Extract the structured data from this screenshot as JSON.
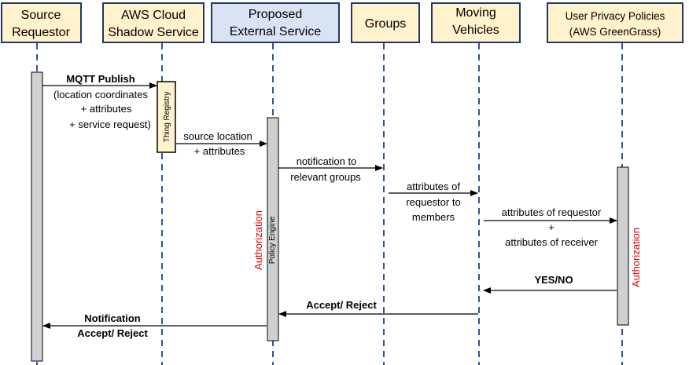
{
  "actors": {
    "source": {
      "line1": "Source",
      "line2": "Requestor"
    },
    "shadow": {
      "line1": "AWS Cloud",
      "line2": "Shadow Service"
    },
    "proposed": {
      "line1": "Proposed",
      "line2": "External Service"
    },
    "groups": {
      "line1": "Groups"
    },
    "vehicles": {
      "line1": "Moving",
      "line2": "Vehicles"
    },
    "privacy": {
      "line1": "User Privacy Policies",
      "line2": "(AWS GreenGrass)"
    }
  },
  "labels": {
    "thing_registry": "Thing Registry",
    "policy_engine": "Policy Engine",
    "authorization_proposed": "Authorization",
    "authorization_privacy": "Authorization"
  },
  "messages": {
    "mqtt": {
      "title": "MQTT Publish",
      "line2": "(location coordinates",
      "line3": "+ attributes",
      "line4": "+ service request)"
    },
    "source_location": {
      "line1": "source location",
      "line2": "+ attributes"
    },
    "notification_groups": {
      "line1": "notification to",
      "line2": "relevant groups"
    },
    "attributes_members": {
      "line1": "attributes of",
      "line2": "requestor to",
      "line3": "members"
    },
    "attributes_requestor": {
      "line1": "attributes of requestor",
      "line2": "+",
      "line3": "attributes of receiver"
    },
    "yes_no": {
      "line1": "YES/NO"
    },
    "accept_reject": {
      "line1": "Accept/ Reject"
    },
    "notification": {
      "line1": "Notification",
      "line2": "Accept/ Reject"
    }
  },
  "colors": {
    "actor_border": "#203864",
    "actor_yellow": "#fff2cc",
    "actor_blue": "#dae3f3",
    "lifeline": "#2f5597",
    "activation": "#d0d0d0",
    "authorization_red": "#e00000"
  }
}
